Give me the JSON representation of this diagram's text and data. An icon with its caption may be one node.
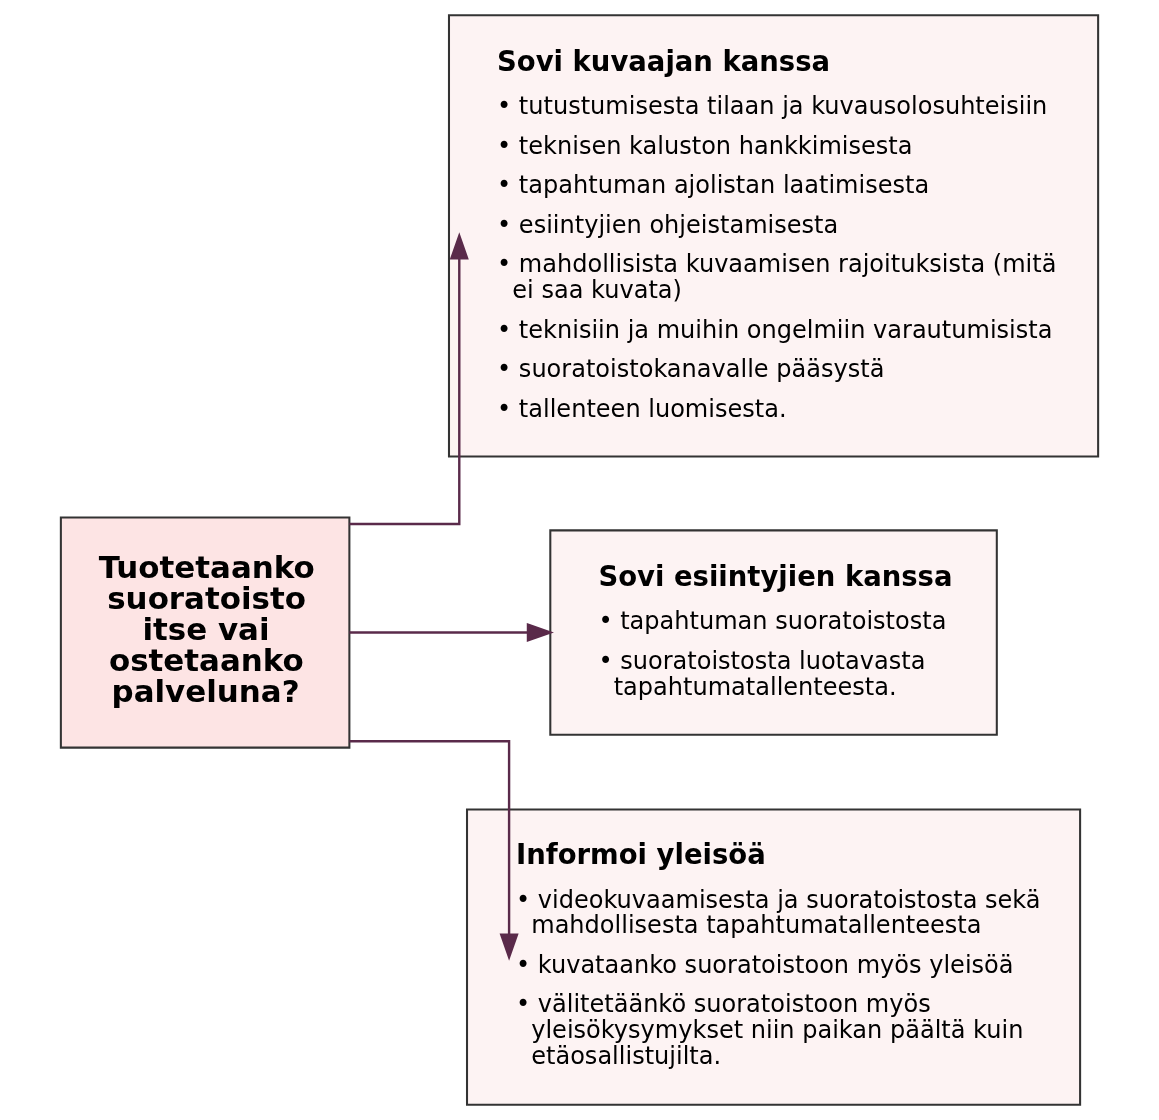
{
  "diagram": {
    "nodes": [
      {
        "text": [
          "Tuotetaanko suoratoisto itse vai ostetaanko palveluna?"
        ]
      },
      {
        "text": [
          "Sovi kuvaajan kanssa",
          "• tutustumisesta tilaan ja kuvausolosuhteisiin",
          "• teknisen kaluston hankkimisesta",
          "• tapahtuman ajolistan laatimisesta",
          "• esiintyjien ohjeistamisesta",
          "• mahdollisista kuvaamisen rajoituksista (mitä ei saa kuvata)",
          "• teknisiin ja muihin ongelmiin varautumisista",
          "• suoratoistokanavalle pääsystä",
          "• tallenteen luomisesta."
        ]
      },
      {
        "text": [
          "Sovi esiintyjien kanssa",
          "• tapahtuman suoratoistosta",
          "• suoratoistosta luotavasta tapahtumatallenteesta."
        ]
      },
      {
        "text": [
          "Informoi yleisöä",
          "• videokuvaamisesta ja suoratoistosta sekä mahdollisesta tapahtumatallenteesta",
          "• kuvataanko suoratoistoon myös yleisöä",
          "• välitetäänkö suoratoistoon myös yleisökysymykset niin paikan päältä kuin etäosallistujilta."
        ]
      }
    ],
    "edges": [
      {
        "from": 0,
        "to": 1,
        "arrow": "to"
      },
      {
        "from": 0,
        "to": 2,
        "arrow": "to"
      },
      {
        "from": 0,
        "to": 3,
        "arrow": "to"
      }
    ]
  }
}
